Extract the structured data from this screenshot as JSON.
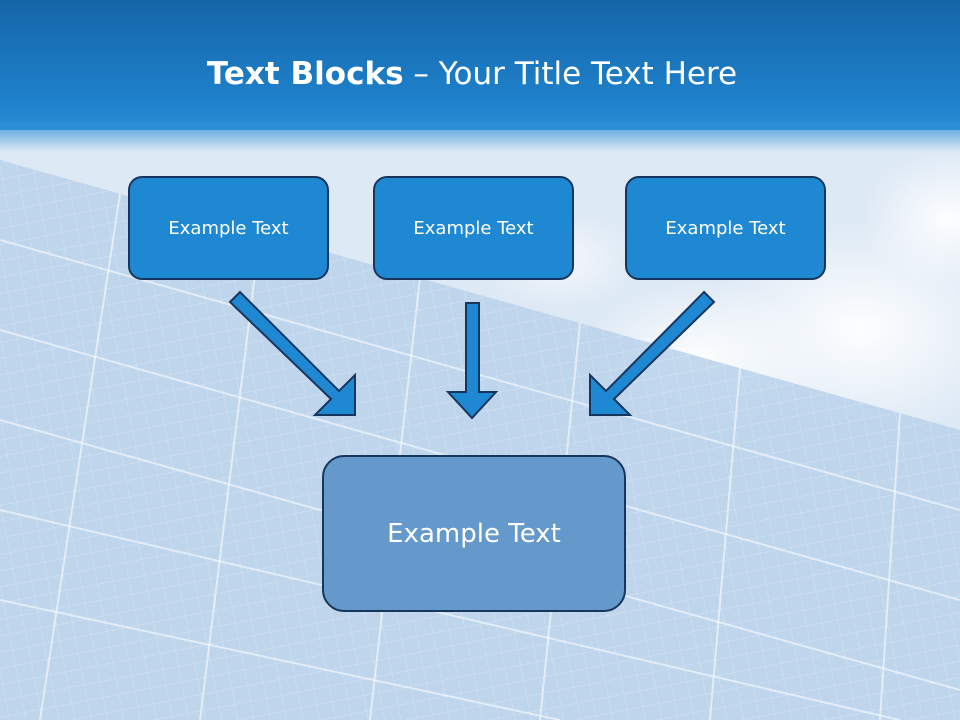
{
  "title": {
    "bold": "Text Blocks",
    "separator": " – ",
    "rest": "Your Title Text Here"
  },
  "boxes": [
    {
      "label": "Example Text"
    },
    {
      "label": "Example Text"
    },
    {
      "label": "Example Text"
    }
  ],
  "target": {
    "label": "Example Text"
  },
  "colors": {
    "title_bar": "#1e82cc",
    "box_fill": "#1e88d2",
    "target_fill": "#6599cb",
    "border": "#17365d",
    "arrow_fill": "#1e88d2"
  }
}
